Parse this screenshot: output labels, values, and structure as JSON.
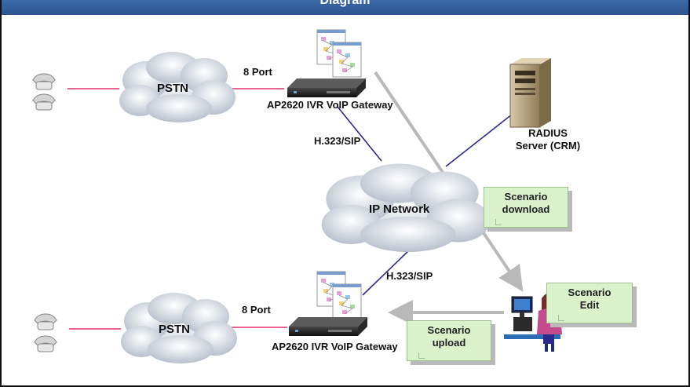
{
  "title": "Diagram",
  "clouds": {
    "pstn_top": "PSTN",
    "pstn_bottom": "PSTN",
    "ip_network": "IP Network"
  },
  "gateways": {
    "top_label": "AP2620 IVR VoIP Gateway",
    "bottom_label": "AP2620 IVR VoIP Gateway",
    "top_port": "8 Port",
    "bottom_port": "8 Port"
  },
  "links": {
    "top_protocol": "H.323/SIP",
    "bottom_protocol": "H.323/SIP"
  },
  "server": {
    "label_line1": "RADIUS",
    "label_line2": "Server (CRM)"
  },
  "notes": {
    "download_line1": "Scenario",
    "download_line2": "download",
    "edit_line1": "Scenario",
    "edit_line2": "Edit",
    "upload_line1": "Scenario",
    "upload_line2": "upload"
  },
  "colors": {
    "title_bar": "#2c5590",
    "phone_line": "#e0306a",
    "network_line": "#2a2a8c",
    "flow_arrow": "#b9b9b9",
    "note_fill": "#d9f2cc"
  }
}
